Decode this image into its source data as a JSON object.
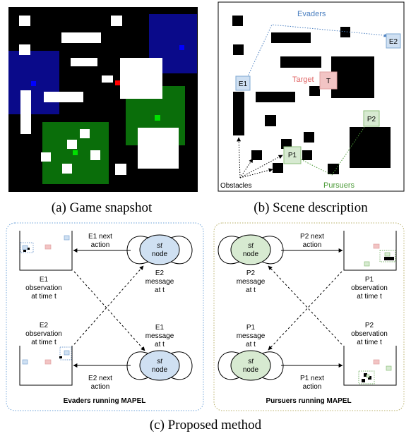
{
  "figure": {
    "captions": {
      "a": "(a) Game snapshot",
      "b": "(b) Scene description",
      "c": "(c) Proposed method"
    },
    "colors": {
      "evader_box": "#cfe0f2",
      "evader_border": "#7fa9d3",
      "evader_text": "#4a7fc0",
      "target_box": "#f2c4c4",
      "target_text": "#e06666",
      "pursuer_box": "#d7ead1",
      "pursuer_border": "#8cbf7a",
      "pursuer_text": "#4a9a36",
      "snapshot_blue": "#0a0a8a",
      "snapshot_green": "#0a6e0a",
      "snapshot_red": "#ff0000",
      "panel_left_border": "#6aa0d8",
      "panel_right_border": "#b9b06a"
    },
    "scene": {
      "evaders_label": "Evaders",
      "target_label": "Target",
      "obstacles_label": "Obstacles",
      "pursuers_label": "Pursuers",
      "e1": "E1",
      "e2": "E2",
      "t": "T",
      "p1": "P1",
      "p2": "P2"
    },
    "method": {
      "left": {
        "title": "Evaders running MAPEL",
        "top_arrow_label_1": "E1 next",
        "top_arrow_label_2": "action",
        "bottom_arrow_label_1": "E2 next",
        "bottom_arrow_label_2": "action",
        "obs_top": [
          "E1",
          "observation",
          "at time t"
        ],
        "obs_bottom": [
          "E2",
          "observation",
          "at time t"
        ],
        "msg_top": [
          "E2",
          "message",
          "at t"
        ],
        "msg_bottom": [
          "E1",
          "message",
          "at t"
        ],
        "node_st": "st",
        "node_word": "node"
      },
      "right": {
        "title": "Pursuers running MAPEL",
        "top_arrow_label_1": "P2 next",
        "top_arrow_label_2": "action",
        "bottom_arrow_label_1": "P1 next",
        "bottom_arrow_label_2": "action",
        "obs_top": [
          "P1",
          "observation",
          "at time t"
        ],
        "obs_bottom": [
          "P2",
          "observation",
          "at time t"
        ],
        "msg_top": [
          "P2",
          "message",
          "at t"
        ],
        "msg_bottom": [
          "P1",
          "message",
          "at t"
        ],
        "node_st": "st",
        "node_word": "node"
      }
    }
  }
}
